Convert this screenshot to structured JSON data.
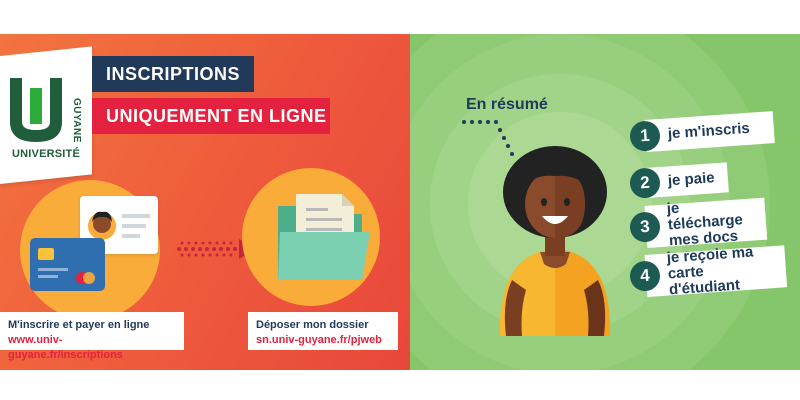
{
  "logo": {
    "guyane": "GUYANE",
    "universite": "UNIVERSITÉ",
    "colors": {
      "green": "#1f5d3b",
      "bright_green": "#2cab3a"
    }
  },
  "header": {
    "line1": "INSCRIPTIONS",
    "line2": "UNIQUEMENT EN LIGNE"
  },
  "left": {
    "step1": {
      "title": "M'inscrire et payer en ligne",
      "link": "www.univ-guyane.fr/inscriptions",
      "icon": "payment-cards-icon"
    },
    "step2": {
      "title": "Déposer mon dossier",
      "link": "sn.univ-guyane.fr/pjweb",
      "icon": "folder-icon"
    }
  },
  "summary": {
    "title": "En résumé",
    "steps": [
      {
        "num": "1",
        "label": "je m'inscris"
      },
      {
        "num": "2",
        "label": "je paie"
      },
      {
        "num": "3",
        "label": "je télécharge\nmes docs"
      },
      {
        "num": "4",
        "label": "je reçoie ma carte\nd'étudiant"
      }
    ]
  },
  "colors": {
    "orange": "#ee5a3c",
    "green_bg": "#86c66b",
    "navy": "#213a5a",
    "red": "#e4213e",
    "yellow": "#f9ac3a",
    "teal": "#1d5a52"
  }
}
